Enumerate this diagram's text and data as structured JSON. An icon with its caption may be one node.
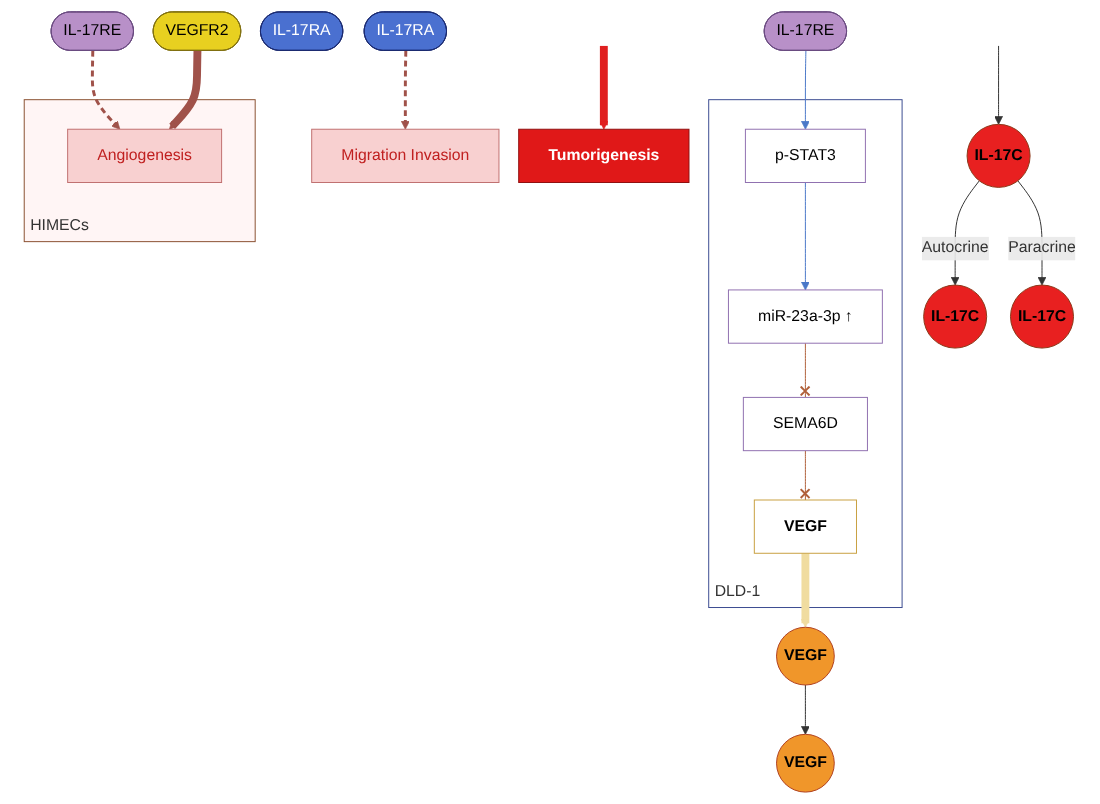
{
  "diagram": {
    "nodes": [
      {
        "text": [
          "DLD-1"
        ]
      },
      {
        "text": [
          "IL-17C"
        ]
      },
      {
        "text": [
          "IL-17RA"
        ]
      },
      {
        "text": [
          "IL-17RE"
        ]
      },
      {
        "text": [
          "p-STAT3"
        ],
        "in": 0
      },
      {
        "text": [
          "miR-23a-3p ↑"
        ],
        "in": 0
      },
      {
        "text": [
          "SEMA6D"
        ],
        "in": 0
      },
      {
        "text": [
          "VEGF"
        ],
        "in": 0
      },
      {
        "text": [
          "Migration Invasion"
        ]
      },
      {
        "text": [
          "IL-17C"
        ]
      },
      {
        "text": [
          "VEGF"
        ]
      },
      {
        "text": [
          "HIMECs"
        ]
      },
      {
        "text": [
          "IL-17C"
        ]
      },
      {
        "text": [
          "IL-17RA"
        ]
      },
      {
        "text": [
          "IL-17RE"
        ]
      },
      {
        "text": [
          "VEGFR2"
        ]
      },
      {
        "text": [
          "VEGF"
        ]
      },
      {
        "text": [
          "Angiogenesis"
        ],
        "in": 11
      },
      {
        "text": [
          "Tumorigenesis"
        ]
      }
    ],
    "edges": [
      {
        "from": 9,
        "to": 1,
        "arrow": "to",
        "label": "Autocrine"
      },
      {
        "from": 9,
        "to": 12,
        "arrow": "to",
        "label": "Paracrine"
      },
      {
        "from": null,
        "to": 9,
        "arrow": "to"
      },
      {
        "from": 2,
        "to": 8,
        "arrow": "to",
        "style": "dashed",
        "color": "#a0524a"
      },
      {
        "from": 3,
        "to": 4,
        "arrow": "to",
        "color": "#4a78c8"
      },
      {
        "from": 4,
        "to": 5,
        "arrow": "to",
        "color": "#4a78c8"
      },
      {
        "from": 5,
        "to": 6,
        "arrow": "other",
        "color": "#b0603a"
      },
      {
        "from": 6,
        "to": 7,
        "arrow": "other",
        "color": "#b0603a"
      },
      {
        "from": 7,
        "to": 10,
        "arrow": "to",
        "style": "thick",
        "color": "#f0dca0"
      },
      {
        "from": 10,
        "to": 16,
        "arrow": "to"
      },
      {
        "from": 14,
        "to": 17,
        "arrow": "to",
        "style": "dashed",
        "color": "#a0524a"
      },
      {
        "from": 15,
        "to": 17,
        "arrow": "to",
        "style": "thick",
        "color": "#a0524a"
      },
      {
        "from": null,
        "to": 18,
        "arrow": "to",
        "style": "thick",
        "color": "#e02020"
      }
    ]
  }
}
